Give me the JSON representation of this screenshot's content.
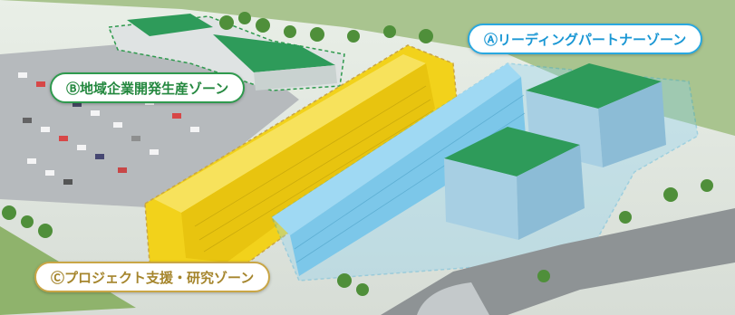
{
  "zones": {
    "a": {
      "label": "Ⓐリーディングパートナーゾーン",
      "color": "#29a8e0"
    },
    "b": {
      "label": "Ⓑ地域企業開発生産ゾーン",
      "color": "#2f9a4e"
    },
    "c": {
      "label": "Ⓒプロジェクト支援・研究ゾーン",
      "color": "#c9a646"
    }
  },
  "colors": {
    "yellow_zone": "#f2d21b",
    "blue_zone": "#8ed3f2",
    "green_roof": "#2e9b5a",
    "parking": "#b9bcbf",
    "trees": "#4f8f3a"
  }
}
